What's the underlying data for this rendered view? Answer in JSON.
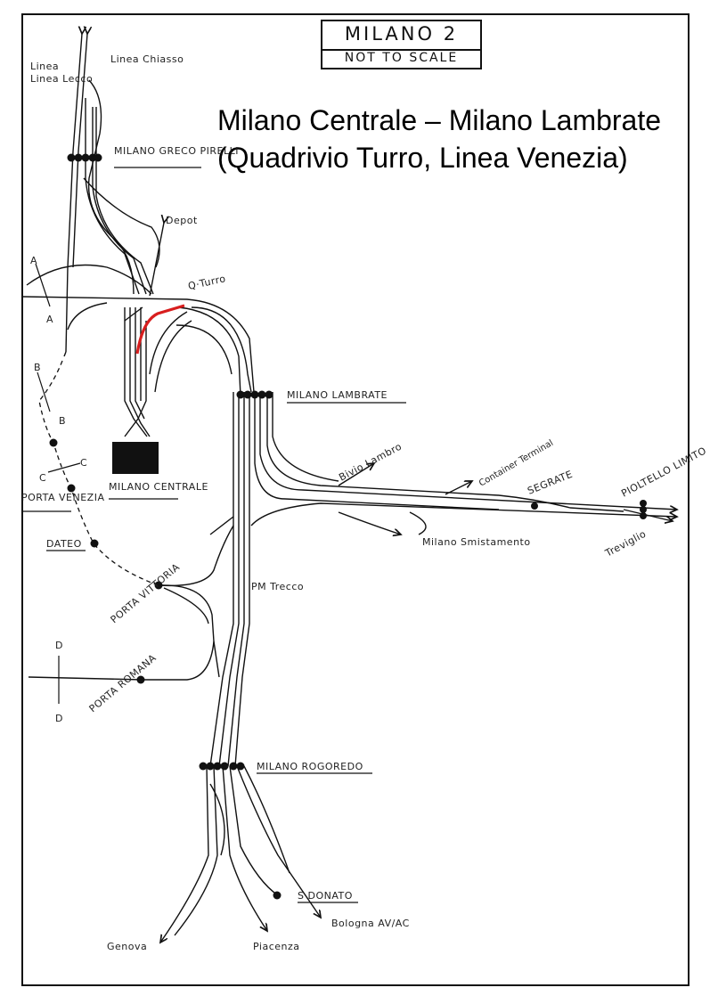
{
  "header": {
    "map_name": "MILANO 2",
    "scale_note": "NOT TO SCALE",
    "title": "Milano Centrale – Milano Lambrate (Quadrivio Turro, Linea Venezia)"
  },
  "colors": {
    "highlight": "#d81e1e",
    "ink": "#111111",
    "background": "#ffffff"
  },
  "lines": {
    "lecco": "Linea Lecco",
    "chiasso": "Linea Chiasso",
    "depot": "Depot",
    "treviglio": "Treviglio",
    "genova": "Genova",
    "piacenza": "Piacenza",
    "bologna": "Bologna AV/AC",
    "container_terminal": "Container Terminal"
  },
  "stations": {
    "greco_pirelli": "MILANO GRECO PIRELLI",
    "centrale": "MILANO CENTRALE",
    "lambrate": "MILANO LAMBRATE",
    "porta_venezia": "PORTA VENEZIA",
    "dateo": "DATEO",
    "porta_vittoria": "PORTA VITTORIA",
    "porta_romana": "PORTA ROMANA",
    "rogoredo": "MILANO ROGOREDO",
    "san_donato": "S·DONATO",
    "secrate": "SEGRATE",
    "pioltello": "PIOLTELLO LIMITO"
  },
  "junctions": {
    "turro": "Q·Turro",
    "bivio_lambro": "Bivio Lambro",
    "smistamento": "Milano Smistamento",
    "pm_trecco": "PM Trecco"
  },
  "section_marks": [
    "A",
    "A",
    "B",
    "B",
    "C",
    "C",
    "D",
    "D"
  ]
}
